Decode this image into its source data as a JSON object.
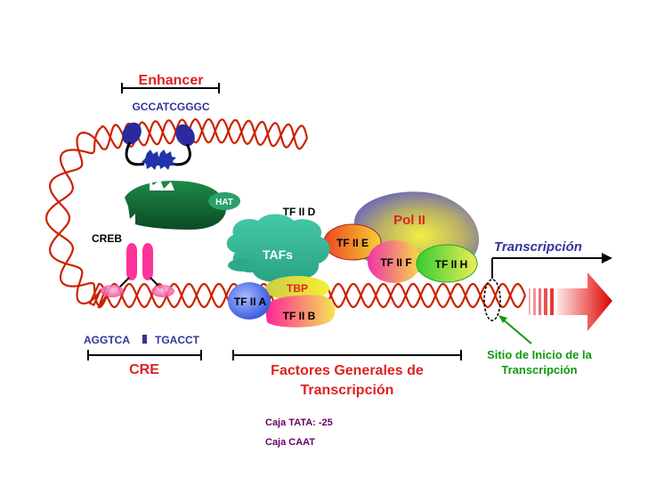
{
  "enhancer": {
    "label": "Enhancer",
    "sequence": "GCCATCGGGC"
  },
  "creb": {
    "label": "CREB"
  },
  "hat": {
    "label": "HAT"
  },
  "cre": {
    "seq_left": "AGGTCA",
    "seq_right": "TGACCT",
    "label": "CRE"
  },
  "factors": {
    "tfiid": "TF II D",
    "tafs": "TAFs",
    "tbp": "TBP",
    "tfiia": "TF II A",
    "tfiib": "TF II B",
    "tfiie": "TF II E",
    "tfiif": "TF II F",
    "tfiih": "TF II H",
    "pol": "Pol II"
  },
  "general_factors": {
    "line1": "Factores Generales de",
    "line2": "Transcripción"
  },
  "transcription": {
    "label": "Transcripción"
  },
  "start_site": {
    "line1": "Sitio de Inicio de la",
    "line2": "Transcripción"
  },
  "boxes": {
    "tata": "Caja TATA:  -25",
    "caat": "Caja CAAT"
  },
  "colors": {
    "dna_strand": "#cc2200",
    "enhancer_label": "#dd2222",
    "sequence_blue": "#333399",
    "general_factors_label": "#dd2222",
    "start_site_label": "#119911",
    "transcription_label": "#333399",
    "pol_label": "#dd2222",
    "boxes_label": "#660066"
  }
}
